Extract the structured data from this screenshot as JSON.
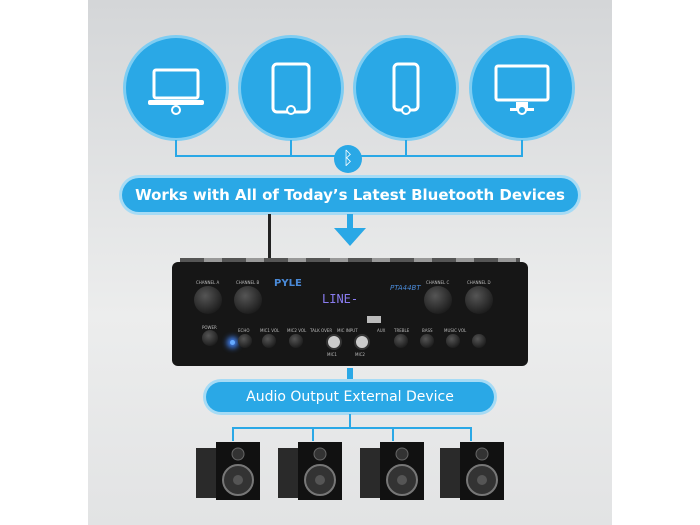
{
  "devices": [
    {
      "icon": "laptop-icon"
    },
    {
      "icon": "tablet-icon"
    },
    {
      "icon": "smartphone-icon"
    },
    {
      "icon": "desktop-monitor-icon"
    }
  ],
  "banner_top": "Works with All of Today’s Latest Bluetooth Devices",
  "banner_bottom": "Audio Output External Device",
  "amp": {
    "brand": "PYLE",
    "model": "PTA44BT",
    "display": "LINE-",
    "channels": [
      "CHANNEL A",
      "CHANNEL B",
      "CHANNEL C",
      "CHANNEL D"
    ],
    "controls": [
      "POWER",
      "ECHO",
      "MIC1 VOL",
      "MIC2 VOL",
      "TALK OVER",
      "MIC INPUT",
      "AUX",
      "TREBLE",
      "BASS",
      "MUSIC VOL"
    ],
    "jacks": [
      "MIC1",
      "MIC2"
    ]
  },
  "colors": {
    "accent": "#2aa8e6"
  }
}
